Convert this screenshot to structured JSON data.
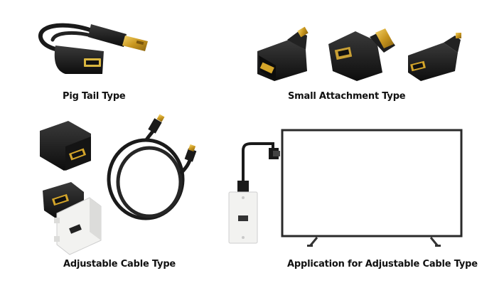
{
  "captions": {
    "pig_tail": "Pig Tail Type",
    "small_attachment": "Small Attachment Type",
    "adjustable_cable": "Adjustable Cable Type",
    "application": "Application for Adjustable Cable Type"
  },
  "icons": {
    "pig_tail": "hdmi-pigtail-adapter-icon",
    "small_straight": "hdmi-female-to-micro-adapter-icon",
    "small_right_angle": "hdmi-right-angle-adapter-icon",
    "small_mini": "hdmi-female-to-mini-adapter-icon",
    "coupler": "hdmi-coupler-icon",
    "coiled_cable": "hdmi-coiled-cable-icon",
    "wall_module": "hdmi-wall-plate-module-icon",
    "wall_plate": "hdmi-wall-plate-icon",
    "tv": "flat-screen-tv-icon"
  },
  "colors": {
    "background": "#ffffff",
    "connector_black": "#1b1b1b",
    "gold": "#d4a52a",
    "plate_white": "#f2f2f0",
    "tv_frame": "#2a2a2a"
  }
}
